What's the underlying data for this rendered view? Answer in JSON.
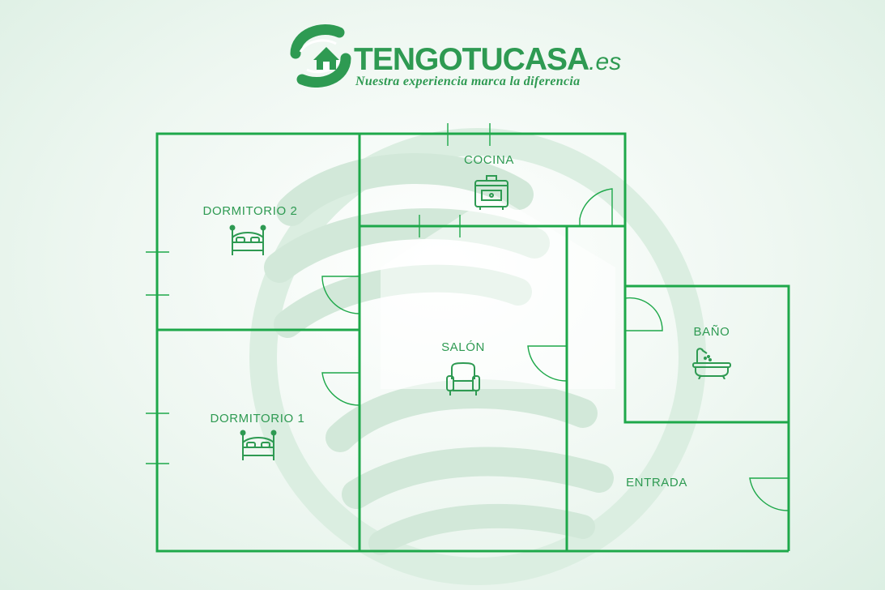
{
  "brand": {
    "name": "TENGOTUCASA",
    "tld": ".es",
    "tagline": "Nuestra experiencia marca la diferencia",
    "color": "#2e9a52"
  },
  "rooms": {
    "cocina": {
      "label": "COCINA",
      "icon": "cooker-icon"
    },
    "dormitorio2": {
      "label": "DORMITORIO 2",
      "icon": "bed-icon"
    },
    "dormitorio1": {
      "label": "DORMITORIO 1",
      "icon": "bed-icon"
    },
    "salon": {
      "label": "SALÓN",
      "icon": "armchair-icon"
    },
    "bano": {
      "label": "BAÑO",
      "icon": "bathtub-icon"
    },
    "entrada": {
      "label": "ENTRADA"
    }
  },
  "colors": {
    "wall": "#1ea84a",
    "watermark": "#cfe6d6",
    "watermark_light": "#e4f2e8"
  }
}
